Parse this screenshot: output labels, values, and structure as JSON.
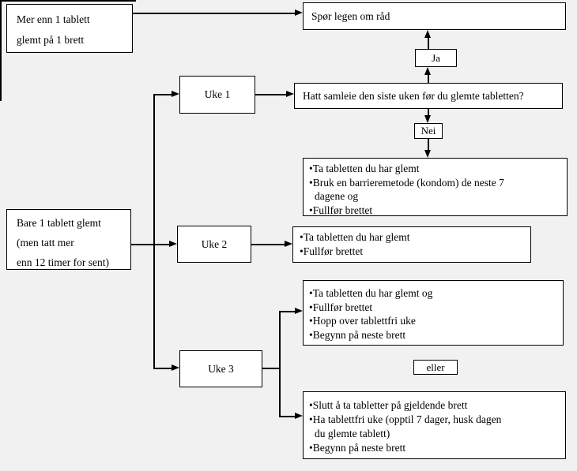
{
  "page": {
    "background_color": "#f1f1f1",
    "box_fill_color": "#ffffff",
    "line_color": "#000000"
  },
  "nodes": {
    "more_than_one": {
      "lines": [
        "Mer enn 1 tablett",
        "glemt på 1 brett"
      ]
    },
    "ask_doctor": {
      "label": "Spør legen om råd"
    },
    "ja": {
      "label": "Ja"
    },
    "uke1": {
      "label": "Uke 1"
    },
    "question": {
      "label": "Hatt samleie den siste uken før du glemte tabletten?"
    },
    "nei": {
      "label": "Nei"
    },
    "week1_advice": {
      "lines": [
        "•Ta tabletten du har glemt",
        "•Bruk en barrieremetode (kondom) de neste 7",
        "dagene og",
        "•Fullfør brettet"
      ]
    },
    "only_one": {
      "lines": [
        "Bare 1 tablett glemt",
        "(men tatt mer",
        "enn 12 timer for sent)"
      ]
    },
    "uke2": {
      "label": "Uke 2"
    },
    "week2_advice": {
      "lines": [
        "•Ta tabletten du har glemt",
        "•Fullfør brettet"
      ]
    },
    "uke3": {
      "label": "Uke 3"
    },
    "week3_option_a": {
      "lines": [
        "•Ta tabletten du har glemt og",
        "•Fullfør brettet",
        "•Hopp over tablettfri uke",
        "•Begynn på neste brett"
      ]
    },
    "eller": {
      "label": "eller"
    },
    "week3_option_b": {
      "lines": [
        "•Slutt å ta tabletter på gjeldende brett",
        "•Ha tablettfri uke (opptil 7 dager, husk dagen",
        "du glemte tablett)",
        "•Begynn på neste brett"
      ]
    }
  }
}
